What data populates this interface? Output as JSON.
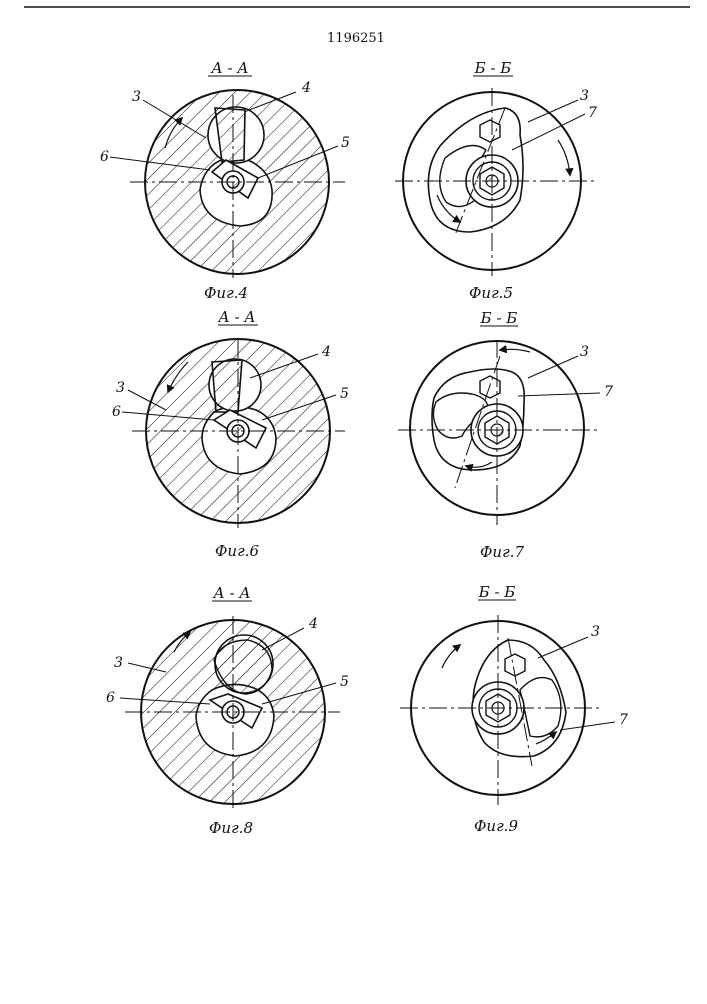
{
  "patent_number": "1196251",
  "figures": [
    {
      "id": "fig4",
      "section": "А - А",
      "caption": "Фиг.4",
      "labels": {
        "l3": "3",
        "l4": "4",
        "l5": "5",
        "l6": "6"
      }
    },
    {
      "id": "fig5",
      "section": "Б - Б",
      "caption": "Фиг.5",
      "labels": {
        "l3": "3",
        "l7": "7"
      }
    },
    {
      "id": "fig6",
      "section": "А - А",
      "caption": "Фиг.6",
      "labels": {
        "l3": "3",
        "l4": "4",
        "l5": "5",
        "l6": "6"
      }
    },
    {
      "id": "fig7",
      "section": "Б - Б",
      "caption": "Фиг.7",
      "labels": {
        "l3": "3",
        "l7": "7"
      }
    },
    {
      "id": "fig8",
      "section": "А - А",
      "caption": "Фиг.8",
      "labels": {
        "l3": "3",
        "l4": "4",
        "l5": "5",
        "l6": "6"
      }
    },
    {
      "id": "fig9",
      "section": "Б - Б",
      "caption": "Фиг.9",
      "labels": {
        "l3": "3",
        "l7": "7"
      }
    }
  ],
  "colors": {
    "ink": "#111111",
    "paper": "#ffffff"
  }
}
